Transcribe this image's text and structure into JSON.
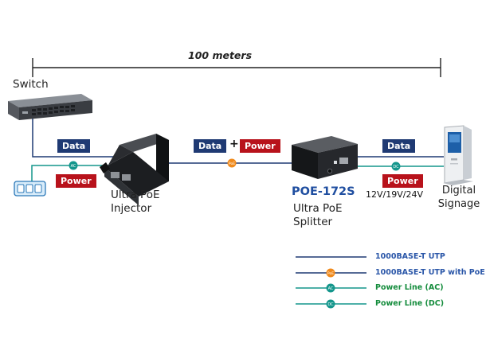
{
  "distance": {
    "label": "100 meters"
  },
  "devices": {
    "switch": {
      "label": "Switch"
    },
    "injector": {
      "line1": "Ultra PoE",
      "line2": "Injector"
    },
    "splitter": {
      "model": "POE-172S",
      "line1": "Ultra PoE",
      "line2": "Splitter",
      "voltage": "12V/19V/24V"
    },
    "signage": {
      "line1": "Digital",
      "line2": "Signage"
    }
  },
  "badges": {
    "data_left": "Data",
    "power_left": "Power",
    "data_mid": "Data",
    "plus": "+",
    "power_mid": "Power",
    "data_right": "Data",
    "power_right": "Power"
  },
  "node_tags": {
    "ac": "AC",
    "poe": "PoE",
    "dc": "DC"
  },
  "legend": [
    {
      "label": "1000BASE-T UTP",
      "node": ""
    },
    {
      "label": "1000BASE-T UTP with PoE",
      "node": "PoE"
    },
    {
      "label": "Power Line (AC)",
      "node": "AC"
    },
    {
      "label": "Power Line (DC)",
      "node": "DC"
    }
  ],
  "colors": {
    "utp": "#1f3a73",
    "power_line": "#14968c",
    "poe_node": "#f08a1c",
    "badge_data": "#1f3a73",
    "badge_power": "#b8121b",
    "model_text": "#1f4ea0",
    "legend_utp_text": "#2a56a8",
    "legend_power_text": "#148c3c"
  }
}
